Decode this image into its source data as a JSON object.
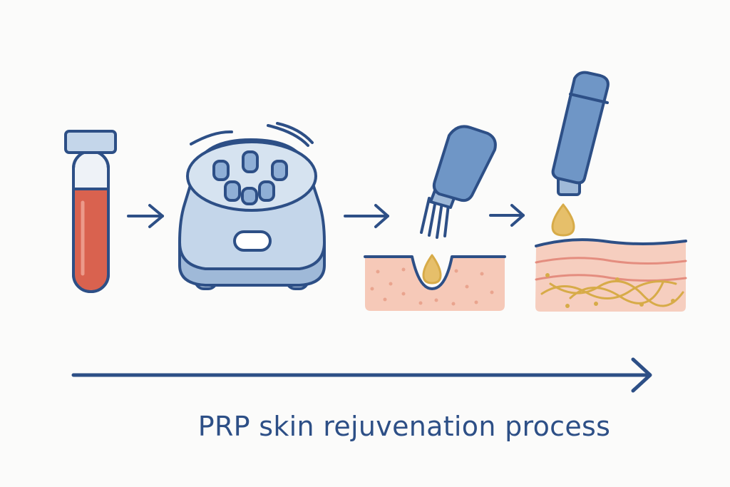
{
  "caption": "PRP skin rejuvenation process",
  "steps": [
    {
      "name": "blood-tube"
    },
    {
      "name": "centrifuge"
    },
    {
      "name": "microneedling"
    },
    {
      "name": "plasma-drop-application"
    }
  ],
  "colors": {
    "outline": "#2d4f86",
    "device_fill": "#b9cde3",
    "device_fill_light": "#d6e3f0",
    "blood": "#d9624f",
    "skin": "#f6c9b8",
    "skin_dots": "#e9a48e",
    "plasma": "#e6bf6a",
    "fibers": "#d7ab48",
    "background": "#fbfbfa"
  }
}
